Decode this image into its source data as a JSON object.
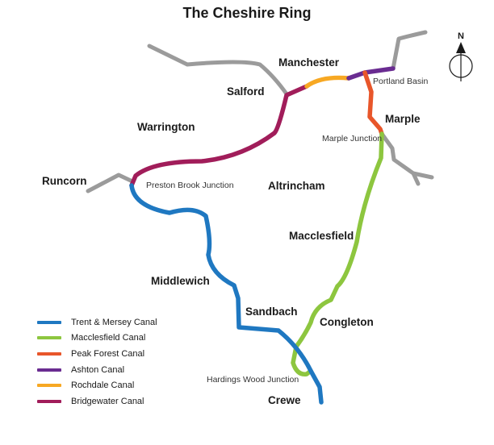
{
  "title": "The Cheshire Ring",
  "compass": {
    "label": "N"
  },
  "towns": {
    "manchester": "Manchester",
    "salford": "Salford",
    "warrington": "Warrington",
    "runcorn": "Runcorn",
    "marple": "Marple",
    "altrincham": "Altrincham",
    "macclesfield": "Macclesfield",
    "middlewich": "Middlewich",
    "sandbach": "Sandbach",
    "congleton": "Congleton",
    "crewe": "Crewe"
  },
  "junctions": {
    "portland_basin": "Portland Basin",
    "marple_junction": "Marple Junction",
    "preston_brook": "Preston Brook Junction",
    "hardings_wood": "Hardings Wood Junction"
  },
  "colors": {
    "trent_mersey": "#1f78c1",
    "macclesfield": "#8dc63f",
    "peak_forest": "#e8562a",
    "ashton": "#6a2c91",
    "rochdale": "#f7a823",
    "bridgewater": "#a11d5a",
    "other_waterways": "#9b9b9b"
  },
  "legend": [
    {
      "label": "Trent & Mersey Canal",
      "color": "#1f78c1"
    },
    {
      "label": "Macclesfield Canal",
      "color": "#8dc63f"
    },
    {
      "label": "Peak Forest Canal",
      "color": "#e8562a"
    },
    {
      "label": "Ashton Canal",
      "color": "#6a2c91"
    },
    {
      "label": "Rochdale Canal",
      "color": "#f7a823"
    },
    {
      "label": "Bridgewater Canal",
      "color": "#a11d5a"
    }
  ]
}
